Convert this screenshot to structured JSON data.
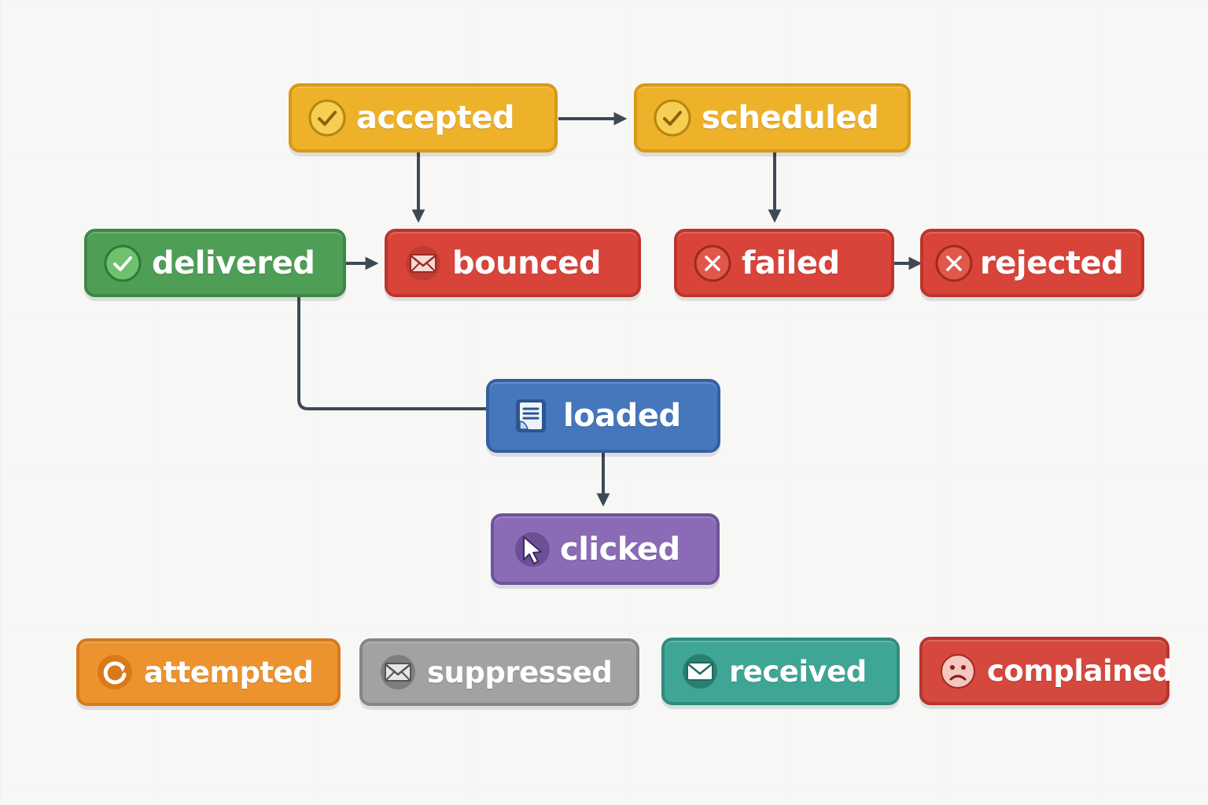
{
  "nodes": {
    "accepted": {
      "label": "accepted",
      "color": "#edb22a",
      "icon": "check-circle-icon"
    },
    "scheduled": {
      "label": "scheduled",
      "color": "#edb22a",
      "icon": "check-circle-icon"
    },
    "delivered": {
      "label": "delivered",
      "color": "#4f9e55",
      "icon": "check-circle-icon"
    },
    "bounced": {
      "label": "bounced",
      "color": "#d9443a",
      "icon": "envelope-icon"
    },
    "failed": {
      "label": "failed",
      "color": "#d9443a",
      "icon": "x-circle-icon"
    },
    "rejected": {
      "label": "rejected",
      "color": "#d9443a",
      "icon": "x-circle-icon"
    },
    "loaded": {
      "label": "loaded",
      "color": "#4677bd",
      "icon": "document-icon"
    },
    "clicked": {
      "label": "clicked",
      "color": "#8a6bb5",
      "icon": "cursor-icon"
    },
    "attempted": {
      "label": "attempted",
      "color": "#ec9330",
      "icon": "refresh-icon"
    },
    "suppressed": {
      "label": "suppressed",
      "color": "#a2a2a2",
      "icon": "envelope-icon"
    },
    "received": {
      "label": "received",
      "color": "#3fa696",
      "icon": "envelope-icon"
    },
    "complained": {
      "label": "complained",
      "color": "#d5483d",
      "icon": "frown-face-icon"
    }
  },
  "edges": [
    {
      "from": "accepted",
      "to": "scheduled"
    },
    {
      "from": "accepted",
      "to": "bounced"
    },
    {
      "from": "scheduled",
      "to": "failed"
    },
    {
      "from": "delivered",
      "to": "bounced"
    },
    {
      "from": "failed",
      "to": "rejected"
    },
    {
      "from": "delivered",
      "to": "loaded"
    },
    {
      "from": "loaded",
      "to": "clicked"
    }
  ],
  "edge_color": "#3d4a54"
}
